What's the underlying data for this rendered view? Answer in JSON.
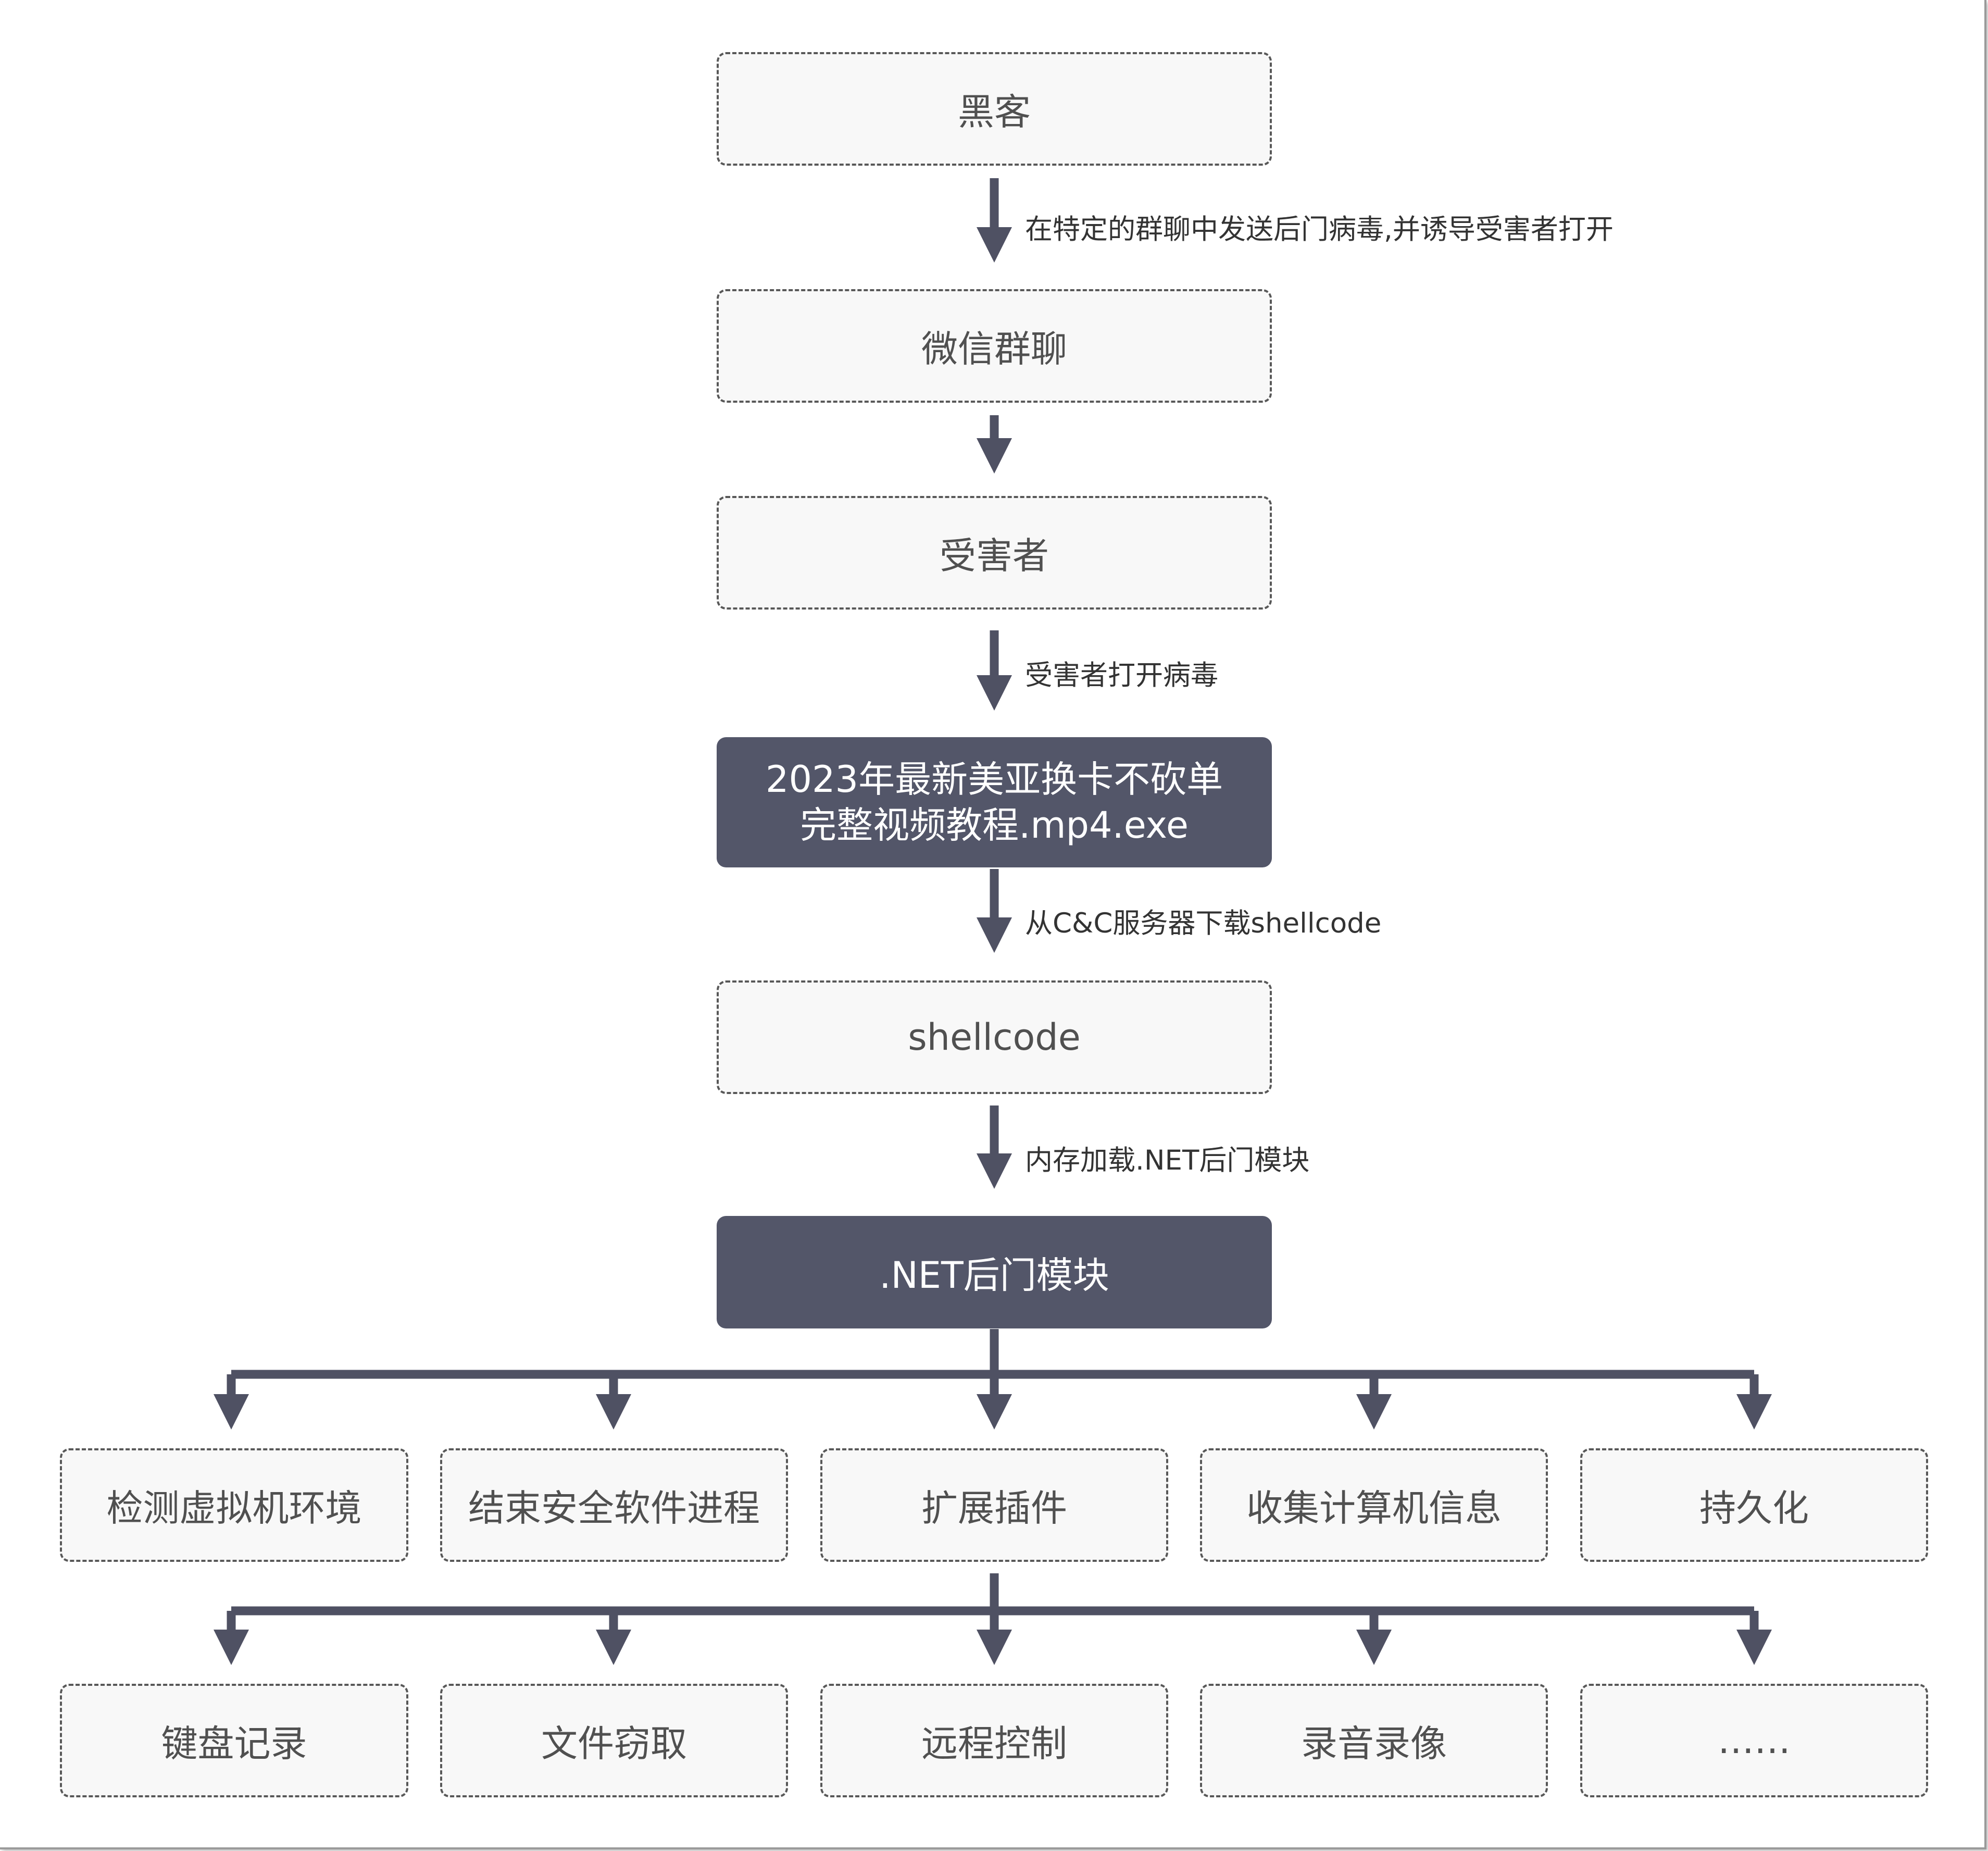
{
  "nodes": {
    "hacker": "黑客",
    "wechat_group": "微信群聊",
    "victim": "受害者",
    "exe_line1": "2023年最新美亚换卡不砍单",
    "exe_line2": "完整视频教程.mp4.exe",
    "shellcode": "shellcode",
    "backdoor": ".NET后门模块"
  },
  "edge_labels": {
    "hacker_to_group": "在特定的群聊中发送后门病毒,并诱导受害者打开",
    "victim_to_exe": "受害者打开病毒",
    "exe_to_shellcode": "从C&C服务器下载shellcode",
    "shellcode_to_backdoor": "内存加载.NET后门模块"
  },
  "functions_row1": [
    "检测虚拟机环境",
    "结束安全软件进程",
    "扩展插件",
    "收集计算机信息",
    "持久化"
  ],
  "functions_row2": [
    "键盘记录",
    "文件窃取",
    "远程控制",
    "录音录像",
    "……"
  ],
  "colors": {
    "arrow": "#4f5163",
    "dark_box": "#535669",
    "dashed_box_fill": "#f8f8f8",
    "dashed_border": "#585858"
  }
}
